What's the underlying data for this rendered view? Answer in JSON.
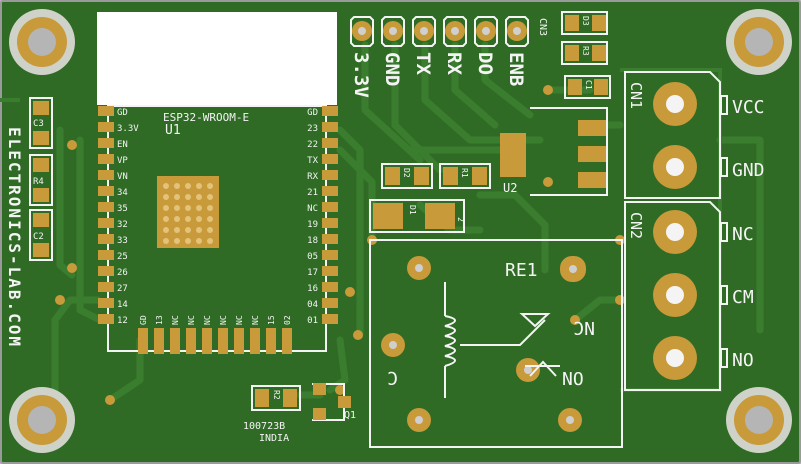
{
  "board": {
    "website": "ELECTRONICS-LAB.COM",
    "board_code": "100723B",
    "country": "INDIA"
  },
  "module": {
    "name": "ESP32-WROOM-E",
    "designator": "U1",
    "left_pins": [
      "GD",
      "3.3V",
      "EN",
      "VP",
      "VN",
      "34",
      "35",
      "32",
      "33",
      "25",
      "26",
      "27",
      "14",
      "12"
    ],
    "right_pins": [
      "GD",
      "23",
      "22",
      "TX",
      "RX",
      "21",
      "NC",
      "19",
      "18",
      "05",
      "17",
      "16",
      "04",
      "01"
    ],
    "bottom_pins": [
      "GD",
      "13",
      "NC",
      "NC",
      "NC",
      "NC",
      "NC",
      "NC",
      "15",
      "02"
    ]
  },
  "header": {
    "designator": "CN3",
    "pins": [
      "3.3V",
      "GND",
      "TX",
      "RX",
      "DO",
      "ENB"
    ]
  },
  "components": {
    "c3": "C3",
    "r4": "R4",
    "c2": "C2",
    "d3": "D3",
    "r3": "R3",
    "c1": "C1",
    "d2": "D2",
    "r1": "R1",
    "d1": "D1",
    "d1_pin": "2",
    "u2": "U2",
    "r2": "R2",
    "q1": "Q1"
  },
  "relay": {
    "designator": "RE1",
    "label_nc": "NC",
    "label_no": "NO",
    "label_c": "C"
  },
  "connectors": {
    "cn1": {
      "designator": "CN1",
      "pins": [
        "VCC",
        "GND"
      ]
    },
    "cn2": {
      "designator": "CN2",
      "pins": [
        "NC",
        "CM",
        "NO"
      ]
    }
  },
  "colors": {
    "board": "#2f6b25",
    "trace": "#3a7d2e",
    "copper": "#c89a3a",
    "silkscreen": "#f4f4f4"
  }
}
